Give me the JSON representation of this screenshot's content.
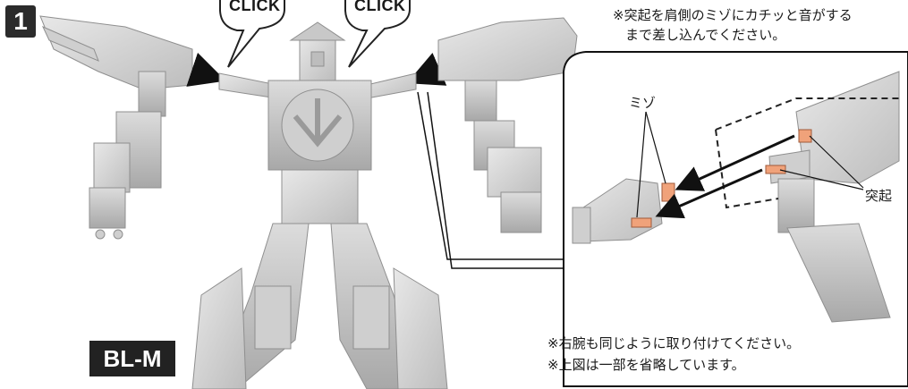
{
  "step": {
    "number": "1"
  },
  "callouts": {
    "left": "CLICK",
    "right": "CLICK"
  },
  "detail_panel": {
    "instruction_line1": "※突起を肩側のミゾにカチッと音がする",
    "instruction_line2": "まで差し込んでください。",
    "label_groove": "ミゾ",
    "label_protrusion": "突起",
    "note_line1": "※右腕も同じように取り付けてください。",
    "note_line2": "※上図は一部を省略しています。"
  },
  "model_badge": {
    "label": "BL-M"
  },
  "colors": {
    "part_gray": "#d9d9d9",
    "part_edge": "#a9a9a9",
    "highlight": "#f0a27a",
    "badge": "#222222"
  }
}
